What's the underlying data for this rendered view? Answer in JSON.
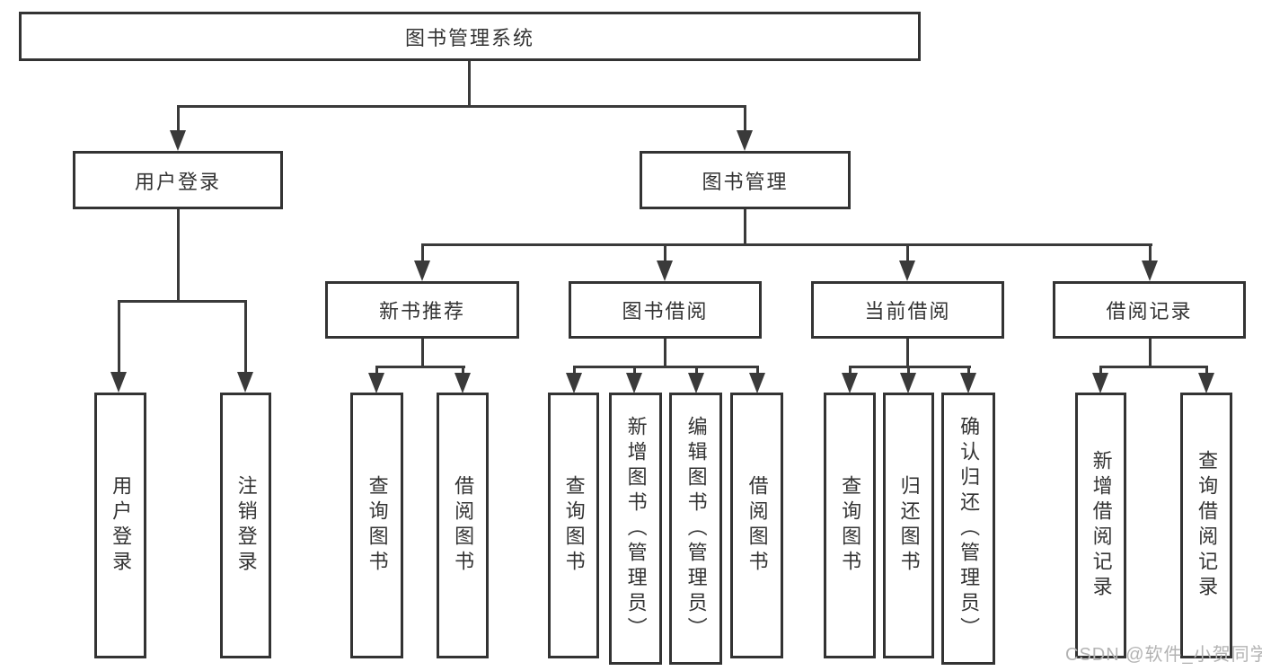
{
  "root": {
    "label": "图书管理系统"
  },
  "level2": [
    {
      "label": "用户登录"
    },
    {
      "label": "图书管理"
    }
  ],
  "level3": [
    {
      "label": "新书推荐"
    },
    {
      "label": "图书借阅"
    },
    {
      "label": "当前借阅"
    },
    {
      "label": "借阅记录"
    }
  ],
  "leaves": {
    "login": [
      "用户登录",
      "注销登录"
    ],
    "recommend": [
      "查询图书",
      "借阅图书"
    ],
    "borrow": [
      "查询图书",
      "新增图书（管理员）",
      "编辑图书（管理员）",
      "借阅图书"
    ],
    "current": [
      "查询图书",
      "归还图书",
      "确认归还（管理员）"
    ],
    "records": [
      "新增借阅记录",
      "查询借阅记录"
    ]
  },
  "watermark": "CSDN @软件_小贺同学",
  "colors": {
    "line": "#3a3a3a",
    "box_border": "#333333",
    "text": "#333333",
    "watermark": "#b3b3b3",
    "background": "#ffffff"
  }
}
